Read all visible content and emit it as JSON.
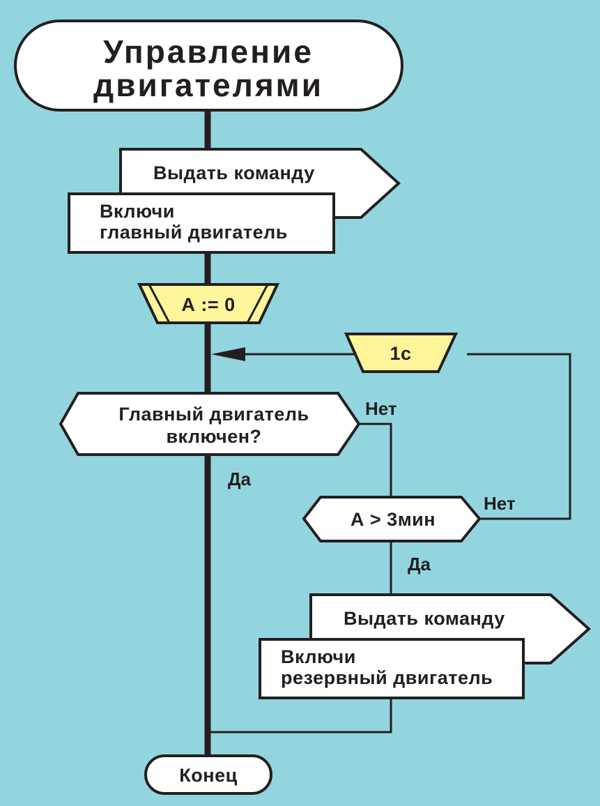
{
  "diagram": {
    "type": "flowchart (DRAKON)",
    "colors": {
      "background": "#93d5df",
      "box_fill": "#ffffff",
      "loop_fill": "#fff59b",
      "stroke": "#231f20"
    },
    "title": {
      "line1": "Управление",
      "line2": "двигателями"
    },
    "command1": {
      "header": "Выдать команду",
      "line1": "Включи",
      "line2": "главный двигатель"
    },
    "loop_start": {
      "label": "А := 0"
    },
    "loop_end": {
      "label": "1с"
    },
    "question1": {
      "line1": "Главный двигатель",
      "line2": "включен?",
      "no_label": "Нет",
      "yes_label": "Да"
    },
    "question2": {
      "label": "А > 3мин",
      "no_label": "Нет",
      "yes_label": "Да"
    },
    "command2": {
      "header": "Выдать команду",
      "line1": "Включи",
      "line2": "резервный двигатель"
    },
    "end": {
      "label": "Конец"
    }
  }
}
